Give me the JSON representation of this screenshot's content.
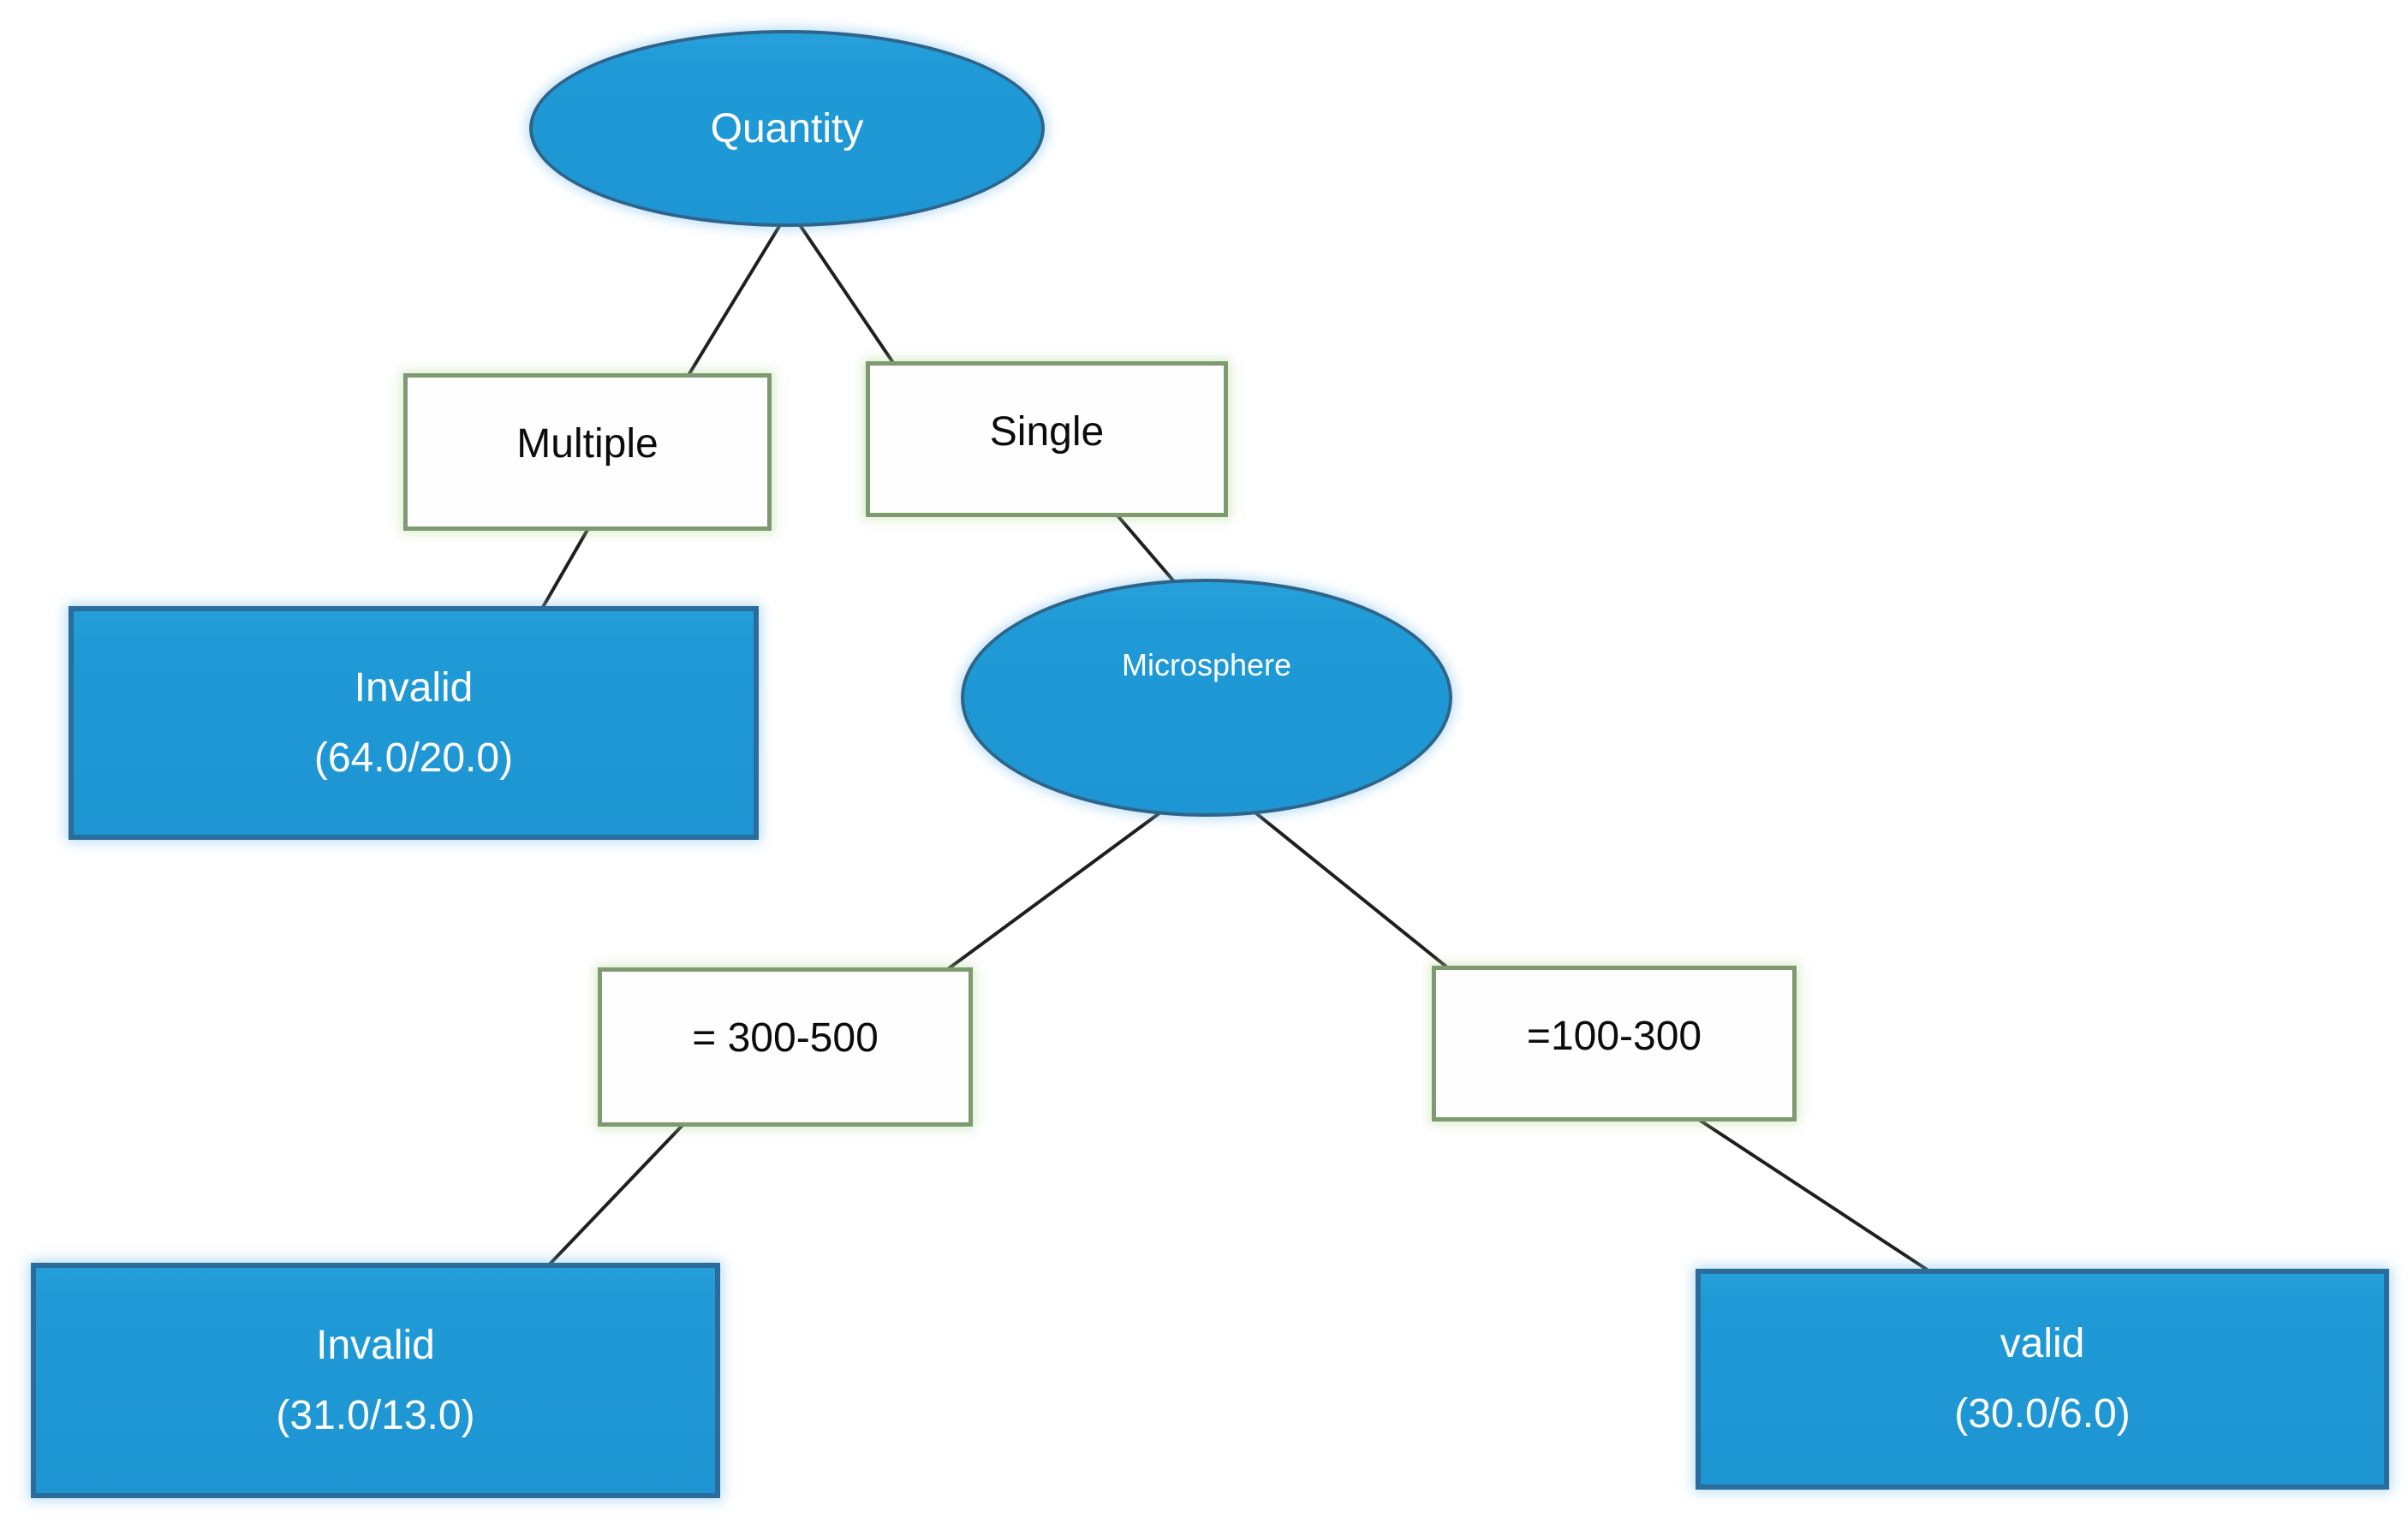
{
  "page": {
    "background": "#ffffff",
    "title": "decision tree"
  },
  "colors": {
    "node_fill": "#1f9ad6",
    "node_border": "#2e648a",
    "leaf_border": "#2a6c9c",
    "branch_border": "#7e9a70",
    "branch_fill": "#fdfefd",
    "edge_stroke": "#1f1f1f",
    "node_text": "#ffffff",
    "branch_text": "#0c0c0c"
  },
  "tree": {
    "root": {
      "label": "Quantity"
    },
    "branch_multiple": {
      "label": "Multiple"
    },
    "branch_single": {
      "label": "Single"
    },
    "leaf_invalid_multiple": {
      "label": "Invalid",
      "count": "(64.0/20.0)"
    },
    "node_microsphere": {
      "label": "Microsphere"
    },
    "branch_300_500": {
      "label": "= 300-500"
    },
    "branch_100_300": {
      "label": "=100-300"
    },
    "leaf_invalid_300_500": {
      "label": "Invalid",
      "count": "(31.0/13.0)"
    },
    "leaf_valid_100_300": {
      "label": "valid",
      "count": "(30.0/6.0)"
    }
  },
  "edges": [
    {
      "from": "quantity",
      "to": "branch-multiple"
    },
    {
      "from": "quantity",
      "to": "branch-single"
    },
    {
      "from": "branch-multiple",
      "to": "leaf-invalid-multiple"
    },
    {
      "from": "branch-single",
      "to": "microsphere"
    },
    {
      "from": "microsphere",
      "to": "branch-300-500"
    },
    {
      "from": "microsphere",
      "to": "branch-100-300"
    },
    {
      "from": "branch-300-500",
      "to": "leaf-invalid-300-500"
    },
    {
      "from": "branch-100-300",
      "to": "leaf-valid-100-300"
    }
  ]
}
